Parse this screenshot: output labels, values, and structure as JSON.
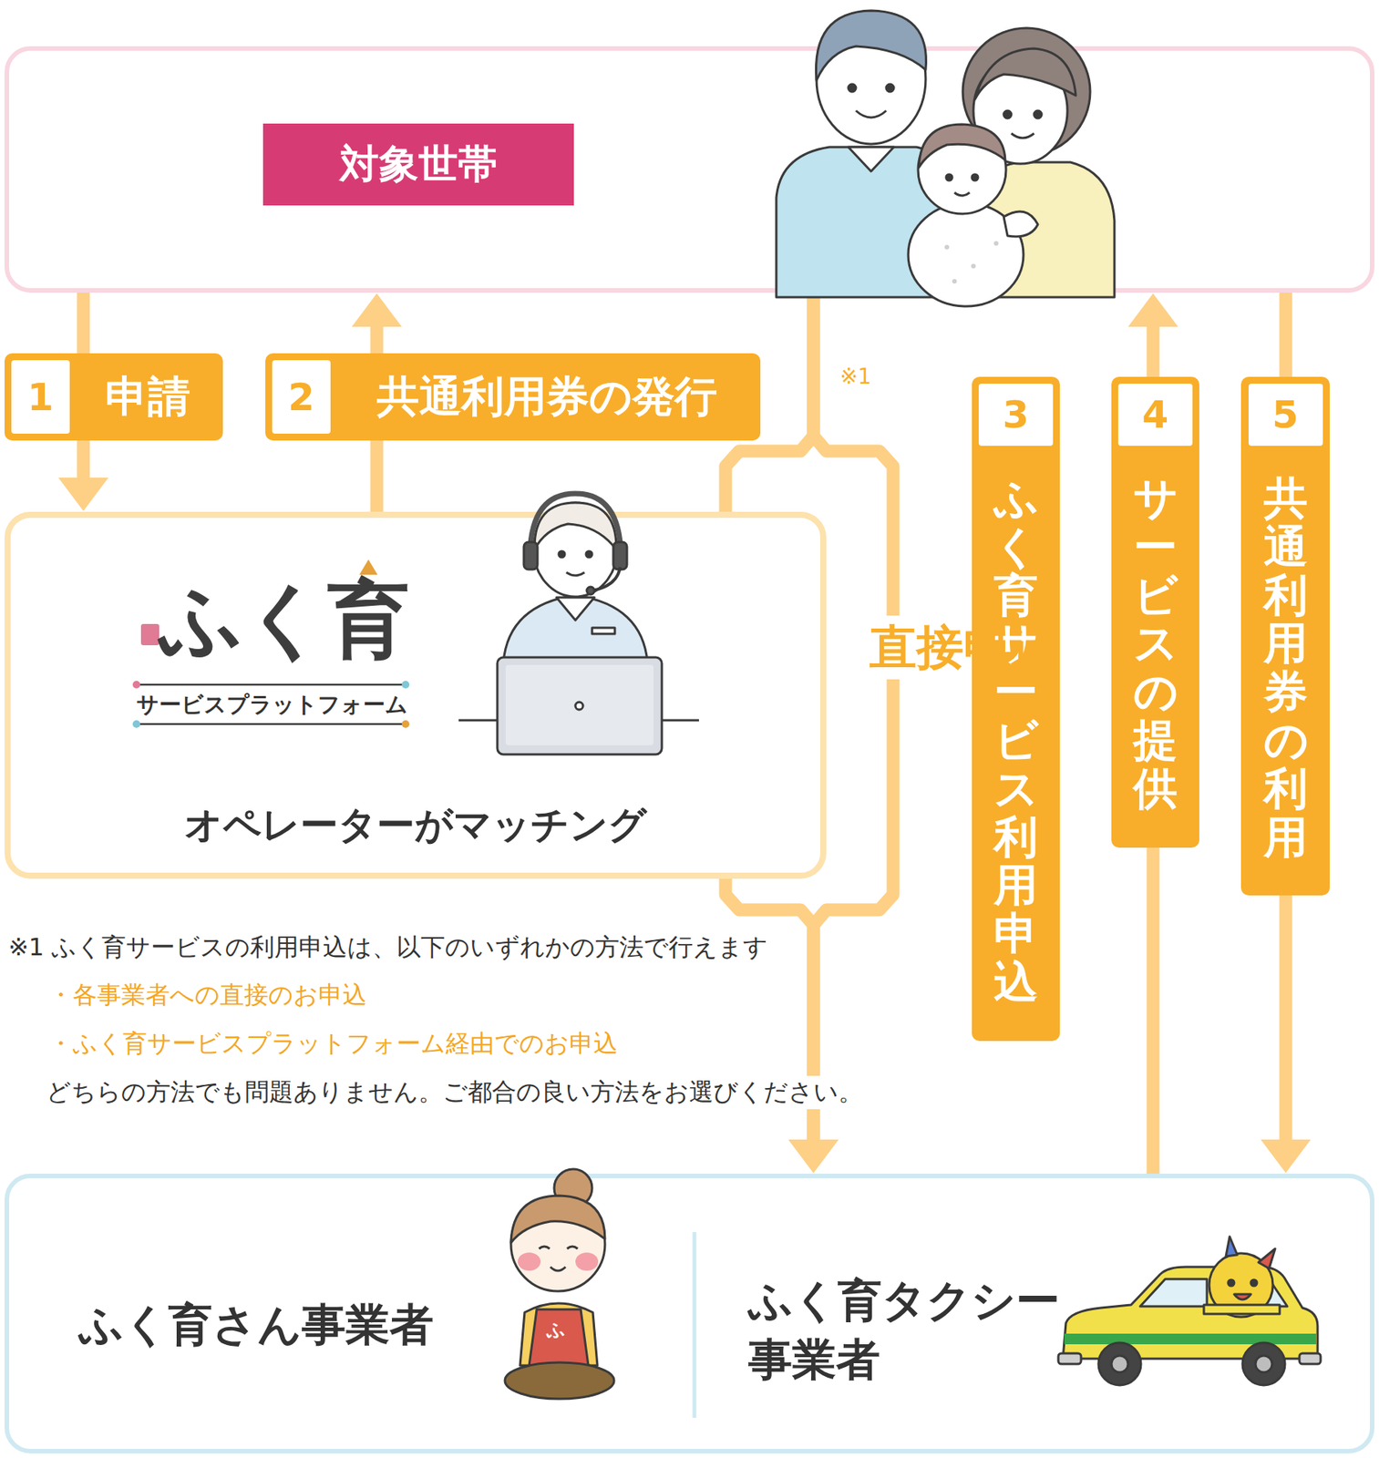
{
  "diagram": {
    "nodes": [
      {
        "text": [
          "対象世帯"
        ]
      },
      {
        "text": [
          "ふく育",
          "サービスプラットフォーム",
          "オペレーターがマッチング"
        ]
      },
      {
        "text": [
          "ふく育さん事業者",
          "ふく育タクシー 事業者"
        ]
      }
    ],
    "edges": [
      {
        "from": 0,
        "to": 1,
        "arrow": "to",
        "label": "申請"
      },
      {
        "from": 1,
        "to": 0,
        "arrow": "to",
        "label": "共通利用券の発行"
      },
      {
        "from": 0,
        "to": 2,
        "arrow": "to",
        "label": "直接申込"
      },
      {
        "from": 0,
        "to": 1,
        "arrow": "none"
      },
      {
        "from": 1,
        "to": 2,
        "arrow": "to"
      },
      {
        "from": 2,
        "to": 0,
        "arrow": "to",
        "label": "サービスの提供"
      },
      {
        "from": 0,
        "to": 2,
        "arrow": "to",
        "label": "共通利用券の利用"
      }
    ],
    "labels": [
      "1",
      "2",
      "※1",
      "3",
      "ふく育サービス利用申込",
      "4",
      "5",
      "※1 ふく育サービスの利用申込は、以下のいずれかの方法で行えます",
      "・各事業者への直接のお申込",
      "・ふく育サービスプラットフォーム経由でのお申込",
      "どちらの方法でも問題ありません。ご都合の良い方法をお選びください。",
      "ふ"
    ]
  }
}
